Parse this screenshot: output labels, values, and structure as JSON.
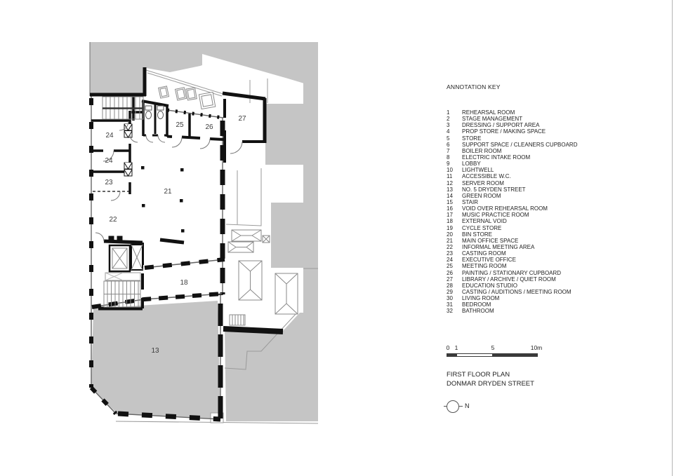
{
  "colors": {
    "context_gray": "#c5c5c5",
    "wall_black": "#111111",
    "thin_line_gray": "#8c8c8c",
    "label_gray": "#3c3c3c"
  },
  "plan": {
    "room_labels": [
      {
        "id": "24a",
        "text": "24"
      },
      {
        "id": "24b",
        "text": "24"
      },
      {
        "id": "23",
        "text": "23"
      },
      {
        "id": "22",
        "text": "22"
      },
      {
        "id": "21",
        "text": "21"
      },
      {
        "id": "25",
        "text": "25"
      },
      {
        "id": "26",
        "text": "26"
      },
      {
        "id": "27",
        "text": "27"
      },
      {
        "id": "18",
        "text": "18"
      },
      {
        "id": "13",
        "text": "13"
      }
    ]
  },
  "key": {
    "title": "ANNOTATION KEY",
    "items": [
      {
        "num": "1",
        "label": "REHEARSAL ROOM"
      },
      {
        "num": "2",
        "label": "STAGE MANAGEMENT"
      },
      {
        "num": "3",
        "label": "DRESSING / SUPPORT AREA"
      },
      {
        "num": "4",
        "label": "PROP STORE / MAKING SPACE"
      },
      {
        "num": "5",
        "label": "STORE"
      },
      {
        "num": "6",
        "label": "SUPPORT SPACE / CLEANERS CUPBOARD"
      },
      {
        "num": "7",
        "label": "BOILER ROOM"
      },
      {
        "num": "8",
        "label": "ELECTRIC INTAKE ROOM"
      },
      {
        "num": "9",
        "label": "LOBBY"
      },
      {
        "num": "10",
        "label": "LIGHTWELL"
      },
      {
        "num": "11",
        "label": "ACCESSIBLE W.C."
      },
      {
        "num": "12",
        "label": "SERVER ROOM"
      },
      {
        "num": "13",
        "label": "NO. 5 DRYDEN STREET"
      },
      {
        "num": "14",
        "label": "GREEN ROOM"
      },
      {
        "num": "15",
        "label": "STAIR"
      },
      {
        "num": "16",
        "label": "VOID OVER REHEARSAL ROOM"
      },
      {
        "num": "17",
        "label": "MUSIC PRACTICE ROOM"
      },
      {
        "num": "18",
        "label": "EXTERNAL VOID"
      },
      {
        "num": "19",
        "label": "CYCLE STORE"
      },
      {
        "num": "20",
        "label": "BIN STORE"
      },
      {
        "num": "21",
        "label": "MAIN OFFICE SPACE"
      },
      {
        "num": "22",
        "label": "INFORMAL MEETING AREA"
      },
      {
        "num": "23",
        "label": "CASTING ROOM"
      },
      {
        "num": "24",
        "label": "EXECUTIVE OFFICE"
      },
      {
        "num": "25",
        "label": "MEETING ROOM"
      },
      {
        "num": "26",
        "label": "PAINTING / STATIONARY CUPBOARD"
      },
      {
        "num": "27",
        "label": "LIBRARY / ARCHIVE / QUIET ROOM"
      },
      {
        "num": "28",
        "label": "EDUCATION STUDIO"
      },
      {
        "num": "29",
        "label": "CASTING / AUDITIONS / MEETING ROOM"
      },
      {
        "num": "30",
        "label": "LIVING ROOM"
      },
      {
        "num": "31",
        "label": "BEDROOM"
      },
      {
        "num": "32",
        "label": "BATHROOM"
      }
    ]
  },
  "scale_bar": {
    "labels": [
      {
        "text": "0"
      },
      {
        "text": "1"
      },
      {
        "text": "5"
      },
      {
        "text": "10m"
      }
    ]
  },
  "title_block": {
    "line1": "FIRST FLOOR PLAN",
    "line2": "DONMAR DRYDEN STREET"
  },
  "north": {
    "label": "N"
  }
}
